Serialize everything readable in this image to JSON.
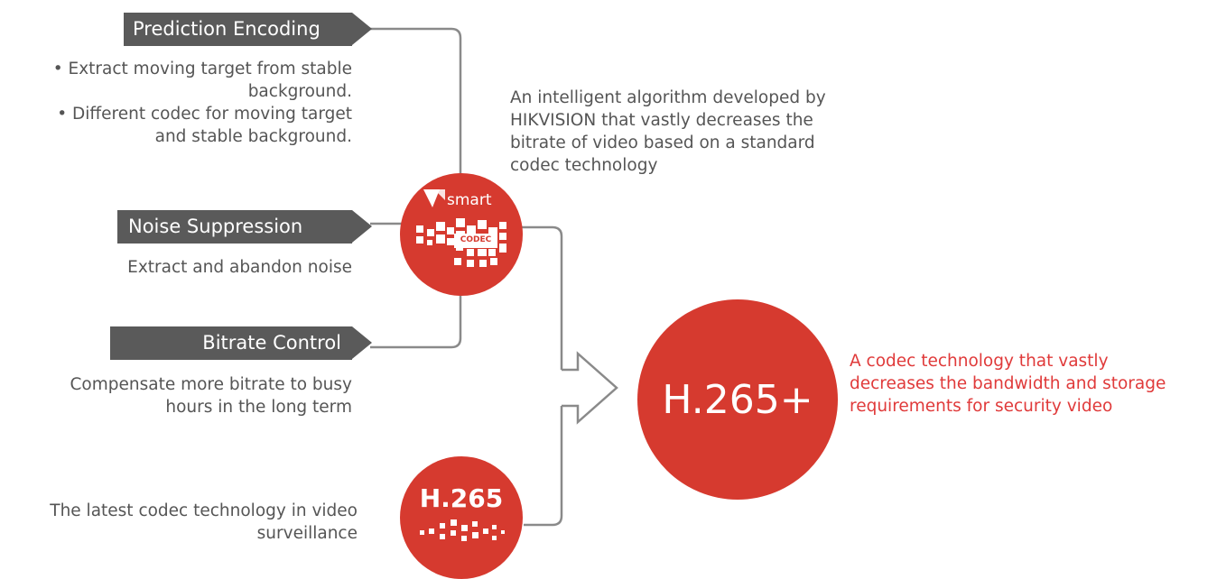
{
  "sections": [
    {
      "tag": "Prediction Encoding",
      "bullets": [
        "• Extract moving target from stable",
        "background.",
        "• Different codec for moving target",
        "and stable background."
      ]
    },
    {
      "tag": "Noise Suppression",
      "description": "Extract and abandon noise"
    },
    {
      "tag": "Bitrate Control",
      "description_lines": [
        "Compensate more bitrate to busy",
        "hours in the long term"
      ]
    }
  ],
  "smart_codec": {
    "brand": "smart",
    "badge": "CODEC",
    "description_lines": [
      "An intelligent algorithm developed by",
      "HIKVISION that vastly decreases the",
      "bitrate of video based on a standard",
      "codec technology"
    ]
  },
  "h265": {
    "label": "H.265",
    "description_lines": [
      "The latest codec technology in video",
      "surveillance"
    ]
  },
  "h265plus": {
    "label": "H.265+",
    "description_lines": [
      "A codec technology that vastly",
      "decreases the bandwidth and storage",
      "requirements for security video"
    ]
  },
  "colors": {
    "accent": "#d63a2f",
    "tag_bg": "#5a5a5a",
    "line": "#8a8a8a",
    "red_text": "#e03a3a"
  },
  "icons": [
    "smart-logo-icon",
    "codec-pixel-icon",
    "h265-pixel-icon",
    "flow-arrow-icon"
  ]
}
